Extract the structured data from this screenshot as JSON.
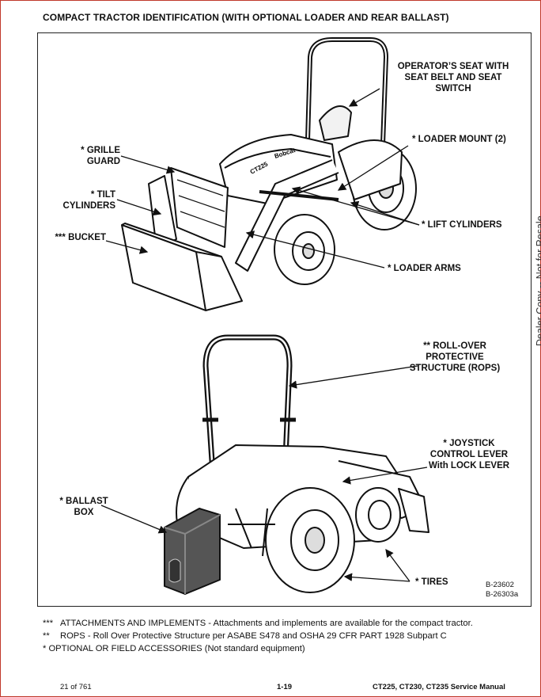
{
  "title": "COMPACT TRACTOR IDENTIFICATION (WITH OPTIONAL LOADER AND REAR BALLAST)",
  "callouts": {
    "operators_seat": "OPERATOR’S SEAT WITH\nSEAT BELT AND SEAT\nSWITCH",
    "grille_guard": "* GRILLE\nGUARD",
    "loader_mount": "* LOADER MOUNT (2)",
    "tilt_cylinders": "* TILT\nCYLINDERS",
    "bucket": "*** BUCKET",
    "lift_cylinders": "* LIFT CYLINDERS",
    "loader_arms": "* LOADER ARMS",
    "rops": "** ROLL-OVER\nPROTECTIVE\nSTRUCTURE (ROPS)",
    "joystick": "* JOYSTICK\nCONTROL LEVER\nWith LOCK LEVER",
    "ballast_box": "* BALLAST\nBOX",
    "tires": "* TIRES"
  },
  "figure_refs": "B-23602\nB-26303a",
  "hood_label": "CT225",
  "brand_label": "Bobcat",
  "side_stamp": "Dealer Copy -- Not for Resale",
  "footnotes": [
    {
      "mark": "***",
      "text": "ATTACHMENTS AND IMPLEMENTS - Attachments and implements are available for the compact tractor."
    },
    {
      "mark": "**",
      "text": "ROPS - Roll Over Protective Structure per ASABE S478 and OSHA 29 CFR PART 1928 Subpart C"
    },
    {
      "mark": "",
      "text": "* OPTIONAL OR FIELD ACCESSORIES (Not standard equipment)"
    }
  ],
  "footer": {
    "page_count": "21 of 761",
    "page_number": "1-19",
    "manual": "CT225, CT230, CT235 Service Manual"
  }
}
